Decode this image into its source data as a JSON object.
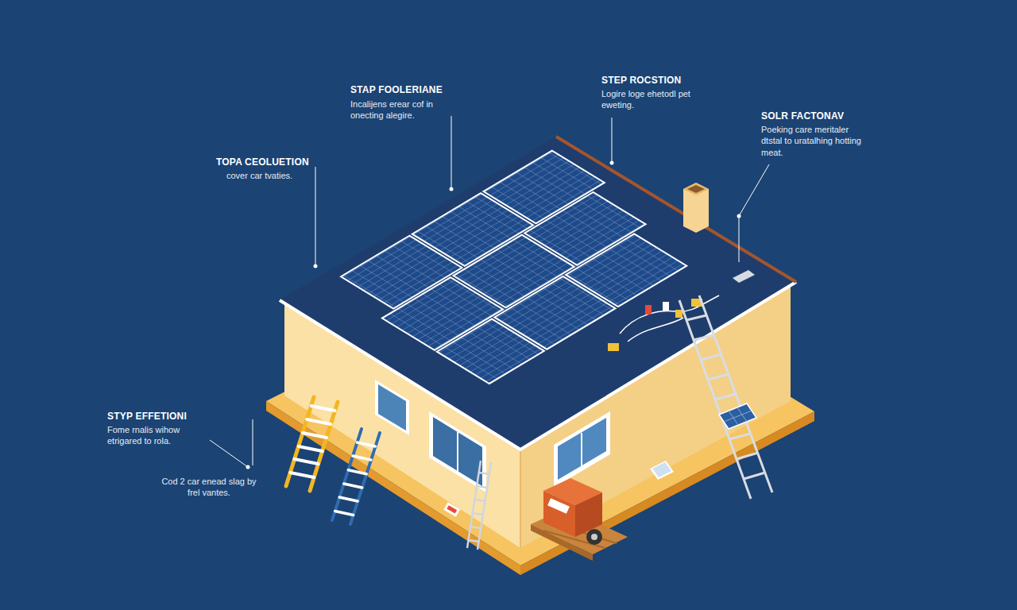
{
  "diagram": {
    "labels": [
      "STEP ROCSTION",
      "Logire loge ehetodl pet eweting.",
      "STAP FOOLERIANE",
      "Incalijens erear cof in onecting alegire.",
      "SOLR FACTONAV",
      "Poeking care meritaler dtstal to uratalhing hotting meat.",
      "TOPA CEOLUETION",
      "cover car tvaties.",
      "STYP EFFETIONI",
      "Fome rnalis wihow etrigared to rola.",
      "Cod 2 car enead slag by frel vantes."
    ]
  }
}
